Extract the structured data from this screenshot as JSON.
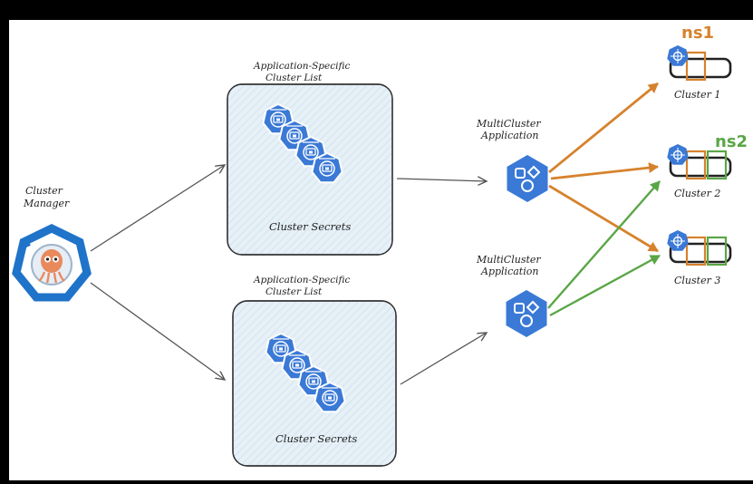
{
  "cluster_manager": {
    "label_line1": "Cluster",
    "label_line2": "Manager"
  },
  "top_group": {
    "title_line1": "Application-Specific",
    "title_line2": "Cluster List",
    "secrets_label": "Cluster Secrets"
  },
  "bottom_group": {
    "title_line1": "Application-Specific",
    "title_line2": "Cluster List",
    "secrets_label": "Cluster Secrets"
  },
  "apps": [
    {
      "line1": "MultiCluster",
      "line2": "Application"
    },
    {
      "line1": "MultiCluster",
      "line2": "Application"
    }
  ],
  "clusters": [
    {
      "name": "Cluster 1"
    },
    {
      "name": "Cluster 2"
    },
    {
      "name": "Cluster 3"
    }
  ],
  "namespaces": [
    {
      "name": "ns1",
      "color": "#d6822d"
    },
    {
      "name": "ns2",
      "color": "#5aa646"
    }
  ],
  "colors": {
    "kube_blue": "#3a79d6",
    "argo_ring": "#1f73c9",
    "panel_fill": "#e6f0f7",
    "arrow_gray": "#555555",
    "orange": "#d6822d",
    "green": "#5aa646"
  }
}
